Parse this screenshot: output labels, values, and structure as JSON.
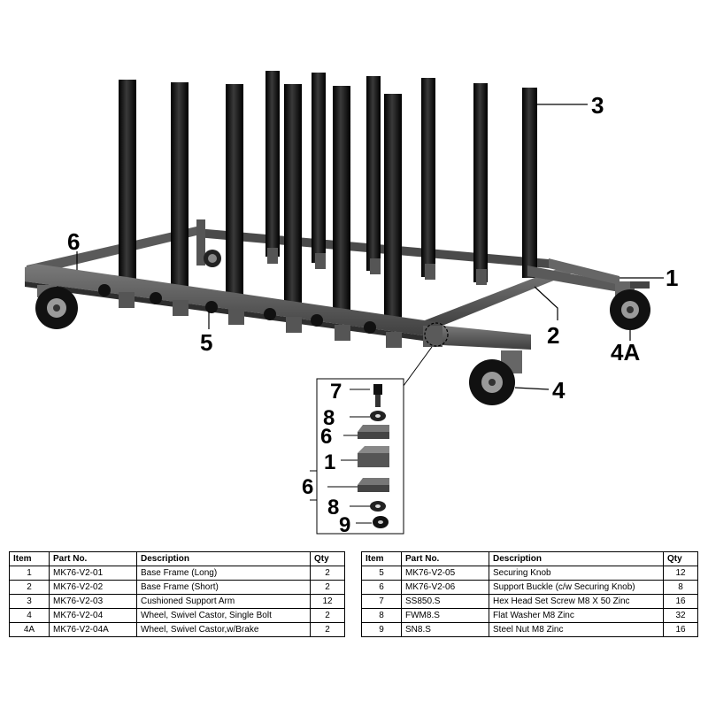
{
  "callouts": {
    "c1": "1",
    "c2": "2",
    "c3": "3",
    "c4": "4",
    "c4a": "4A",
    "c5": "5",
    "c6": "6",
    "d7": "7",
    "d8a": "8",
    "d6a": "6",
    "d1": "1",
    "d6b": "6",
    "d8b": "8",
    "d9": "9"
  },
  "table_headers": {
    "item": "Item",
    "part_no": "Part No.",
    "description": "Description",
    "qty": "Qty"
  },
  "parts_left": [
    {
      "item": "1",
      "part_no": "MK76-V2-01",
      "description": "Base Frame (Long)",
      "qty": "2"
    },
    {
      "item": "2",
      "part_no": "MK76-V2-02",
      "description": "Base Frame (Short)",
      "qty": "2"
    },
    {
      "item": "3",
      "part_no": "MK76-V2-03",
      "description": "Cushioned Support Arm",
      "qty": "12"
    },
    {
      "item": "4",
      "part_no": "MK76-V2-04",
      "description": "Wheel, Swivel Castor, Single Bolt",
      "qty": "2"
    },
    {
      "item": "4A",
      "part_no": "MK76-V2-04A",
      "description": "Wheel, Swivel Castor,w/Brake",
      "qty": "2"
    }
  ],
  "parts_right": [
    {
      "item": "5",
      "part_no": "MK76-V2-05",
      "description": "Securing Knob",
      "qty": "12"
    },
    {
      "item": "6",
      "part_no": "MK76-V2-06",
      "description": "Support Buckle (c/w Securing Knob)",
      "qty": "8"
    },
    {
      "item": "7",
      "part_no": "SS850.S",
      "description": "Hex Head Set Screw M8 X 50 Zinc",
      "qty": "16"
    },
    {
      "item": "8",
      "part_no": "FWM8.S",
      "description": "Flat Washer M8 Zinc",
      "qty": "32"
    },
    {
      "item": "9",
      "part_no": "SN8.S",
      "description": "Steel Nut M8 Zinc",
      "qty": "16"
    }
  ],
  "colors": {
    "frame": "#5a5a5a",
    "post": "#111111",
    "line": "#000000"
  }
}
